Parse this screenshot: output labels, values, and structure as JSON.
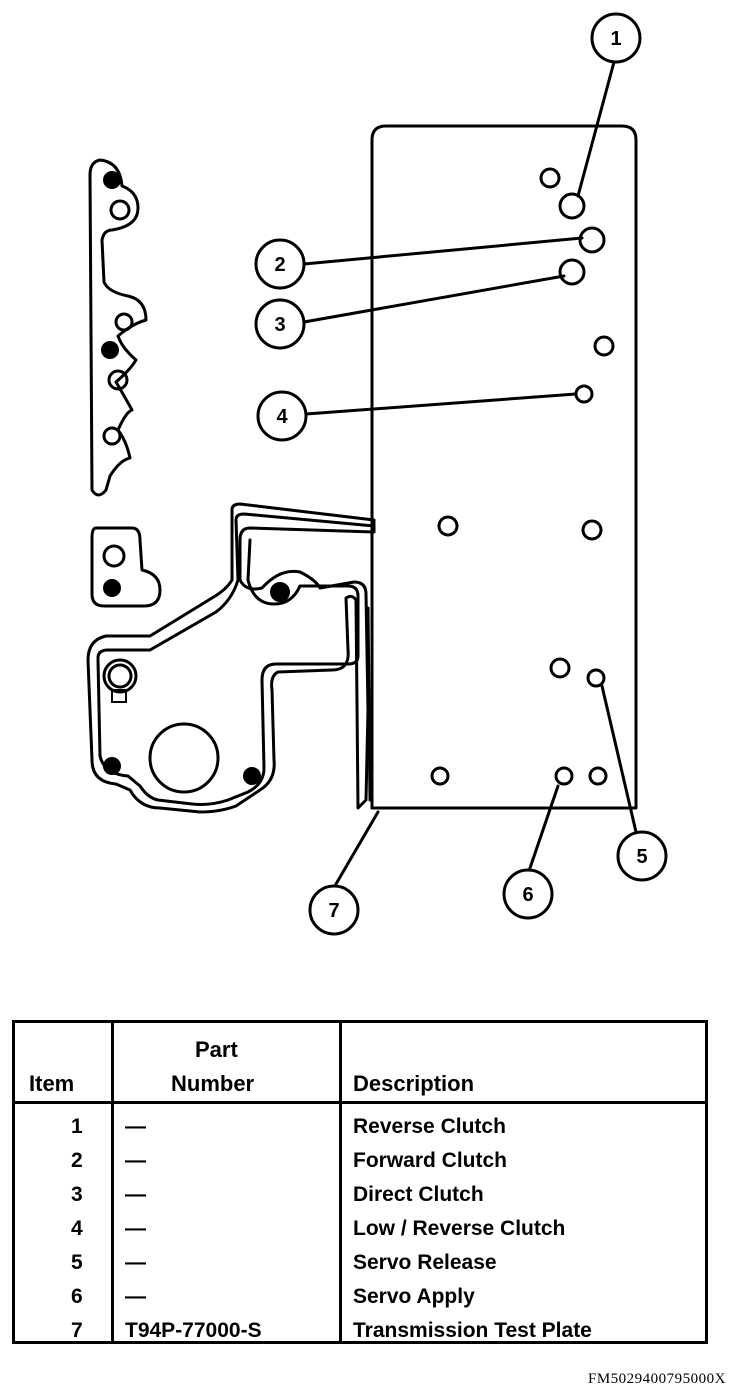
{
  "callouts": [
    "1",
    "2",
    "3",
    "4",
    "5",
    "6",
    "7"
  ],
  "table": {
    "headers": {
      "item": "Item",
      "part_number_line1": "Part",
      "part_number_line2": "Number",
      "description": "Description"
    },
    "rows": [
      {
        "item": "1",
        "part": "—",
        "description": "Reverse Clutch"
      },
      {
        "item": "2",
        "part": "—",
        "description": "Forward Clutch"
      },
      {
        "item": "3",
        "part": "—",
        "description": "Direct Clutch"
      },
      {
        "item": "4",
        "part": "—",
        "description": "Low / Reverse Clutch"
      },
      {
        "item": "5",
        "part": "—",
        "description": "Servo Release"
      },
      {
        "item": "6",
        "part": "—",
        "description": "Servo Apply"
      },
      {
        "item": "7",
        "part": "T94P-77000-S",
        "description": "Transmission Test Plate"
      }
    ]
  },
  "figure_code": "FM5029400795000X"
}
